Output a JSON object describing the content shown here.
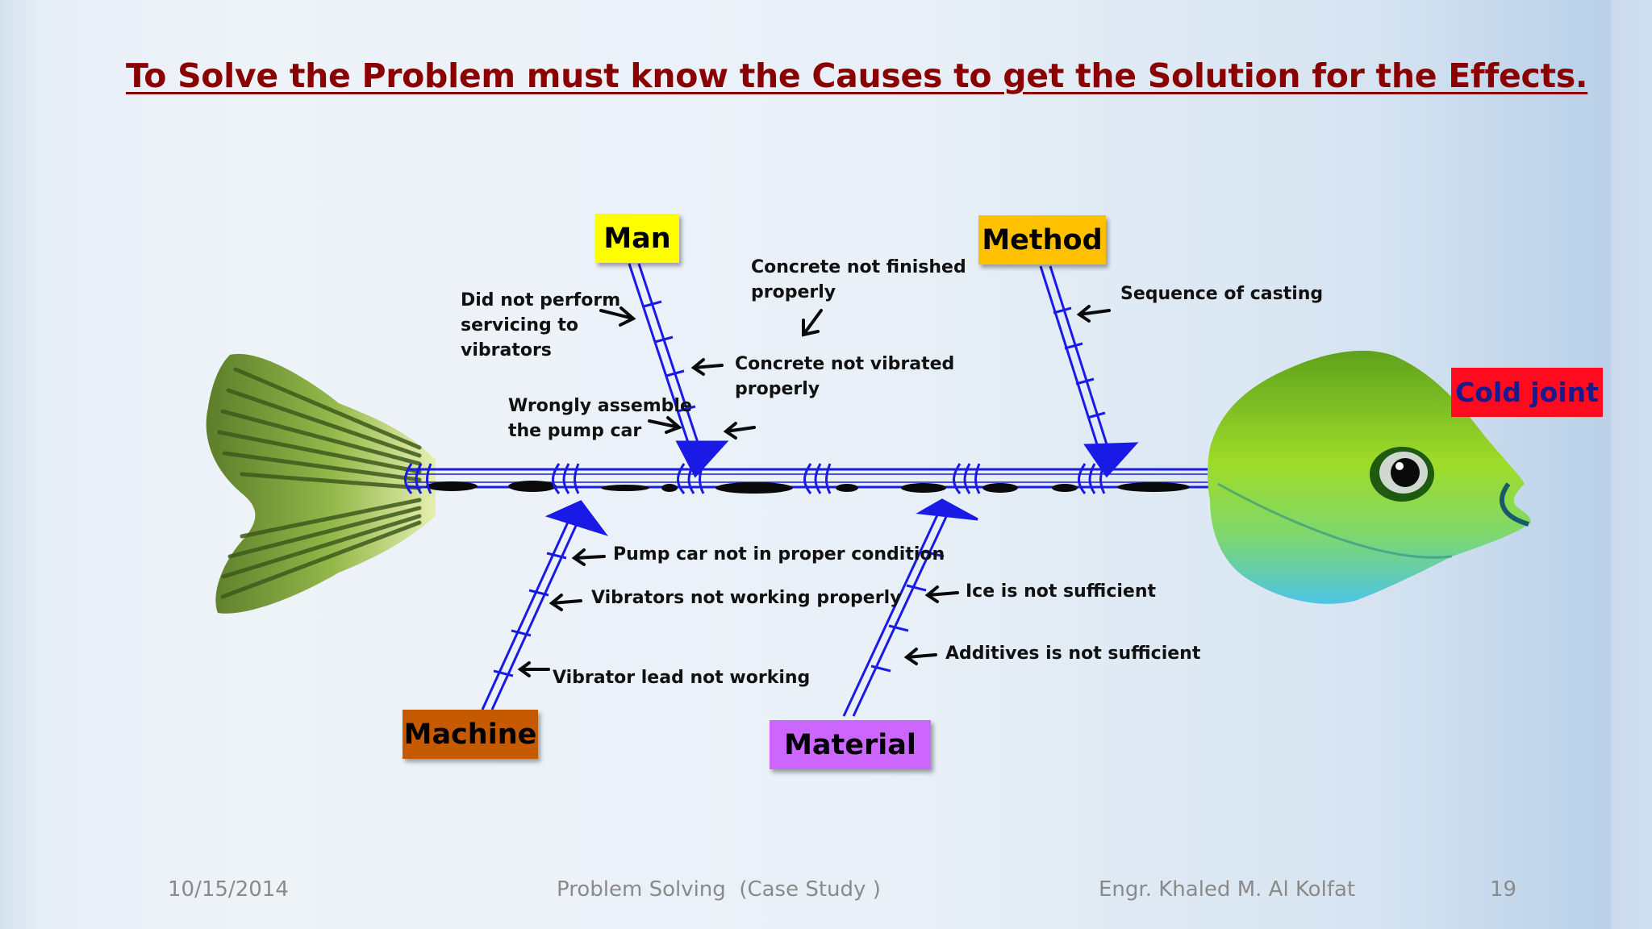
{
  "slide": {
    "title": "To Solve the Problem must know the Causes to get the Solution for the Effects."
  },
  "diagram": {
    "effect": "Cold joint",
    "categories": {
      "man": "Man",
      "method": "Method",
      "machine": "Machine",
      "material": "Material"
    },
    "causes": {
      "man": [
        "Did not perform\nservicing to\nvibrators",
        "Concrete not finished\nproperly",
        "Concrete not vibrated\nproperly",
        "Wrongly assemble\nthe pump car"
      ],
      "method": [
        "Sequence of casting"
      ],
      "machine": [
        "Pump car not in proper condition",
        "Vibrators not working properly",
        "Vibrator lead not working"
      ],
      "material": [
        "Ice is not sufficient",
        "Additives is not sufficient"
      ]
    },
    "colors": {
      "title": "#8a0000",
      "bone": "#1a1ae6",
      "man": "#ffff00",
      "method": "#ffc000",
      "machine": "#c55a00",
      "material": "#cc66ff",
      "effect": "#ff0a1e",
      "effect_text": "#1a1a8c"
    }
  },
  "footer": {
    "date": "10/15/2014",
    "center": "Problem Solving  (Case Study )",
    "author": "Engr. Khaled M. Al Kolfat",
    "page": "19"
  }
}
